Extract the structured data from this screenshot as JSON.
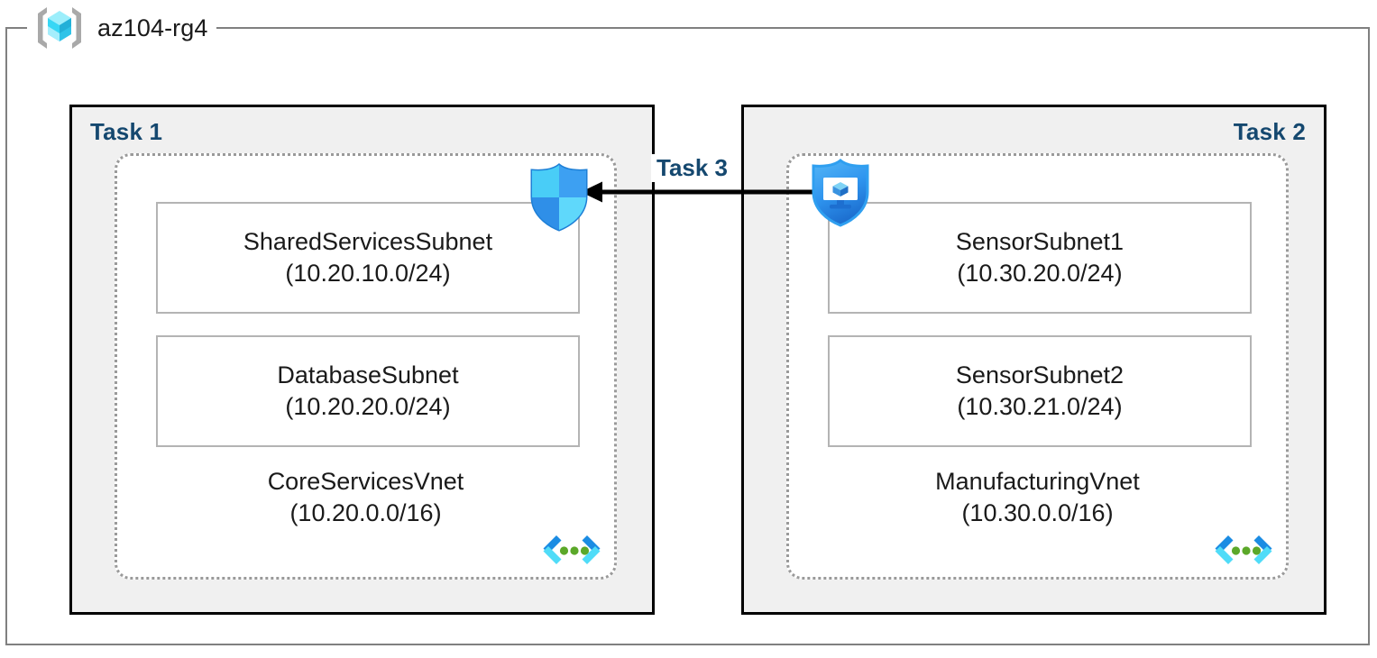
{
  "resource_group": {
    "name": "az104-rg4",
    "icon": "azure-resource-group-icon"
  },
  "colors": {
    "task_label": "#15486f",
    "task_box_fill": "#f0f0f0",
    "task_box_border": "#000000",
    "frame_border": "#808080",
    "vnet_border": "#9a9a9a",
    "subnet_border": "#b4b4b4",
    "arrow": "#000000",
    "vnet_glyph_bracket_dark": "#1b8ce3",
    "vnet_glyph_bracket_light": "#50dcf8",
    "vnet_glyph_dot": "#5ba829",
    "shield_blue": "#32a3f0",
    "shield_blue_dark": "#1b78d4"
  },
  "tasks": [
    {
      "label": "Task 1",
      "align": "left",
      "vnet": {
        "name": "CoreServicesVnet",
        "cidr": "(10.20.0.0/16)",
        "icon": "virtual-network-icon",
        "subnets": [
          {
            "name": "SharedServicesSubnet",
            "cidr": "(10.20.10.0/24)"
          },
          {
            "name": "DatabaseSubnet",
            "cidr": "(10.20.20.0/24)"
          }
        ]
      }
    },
    {
      "label": "Task 2",
      "align": "right",
      "vnet": {
        "name": "ManufacturingVnet",
        "cidr": "(10.30.0.0/16)",
        "icon": "virtual-network-icon",
        "subnets": [
          {
            "name": "SensorSubnet1",
            "cidr": "(10.30.20.0/24)"
          },
          {
            "name": "SensorSubnet2",
            "cidr": "(10.30.21.0/24)"
          }
        ]
      }
    }
  ],
  "connection": {
    "label": "Task 3",
    "direction": "right-to-left",
    "left_icon": "firewall-shield-icon",
    "right_icon": "defender-shield-icon"
  }
}
